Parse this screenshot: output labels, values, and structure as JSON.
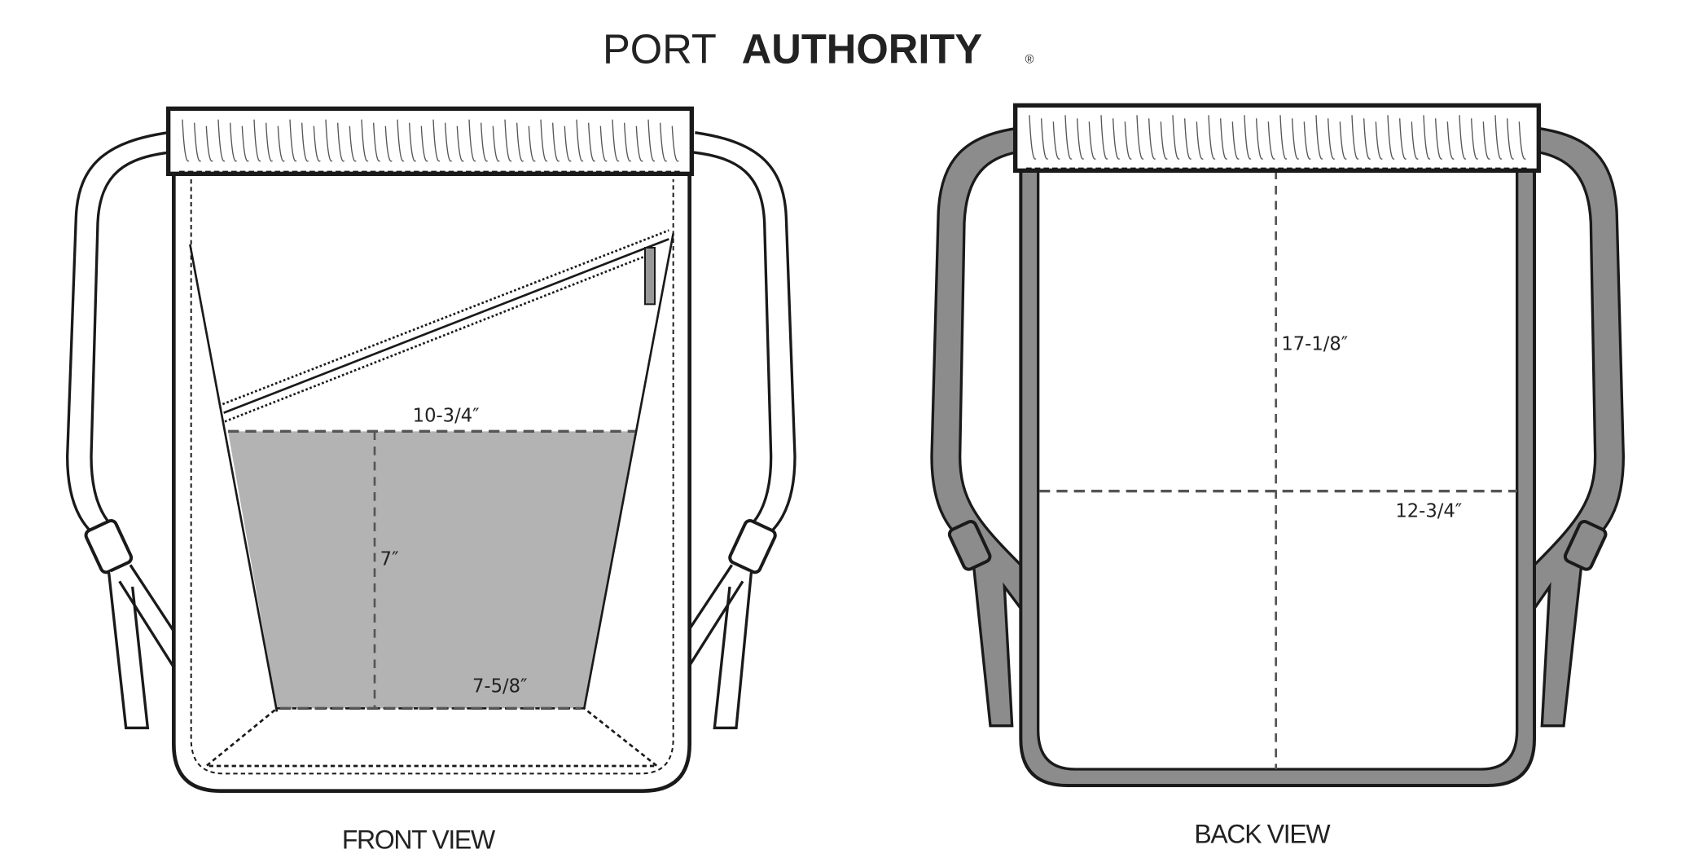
{
  "logo": {
    "brand_light": "PORT",
    "brand_bold": "AUTHORITY",
    "registered": "®"
  },
  "front_view": {
    "caption": "FRONT VIEW",
    "dimensions": {
      "pocket_top_width": "10-3/4″",
      "pocket_height": "7″",
      "pocket_bottom_width": "7-5/8″"
    }
  },
  "back_view": {
    "caption": "BACK VIEW",
    "dimensions": {
      "height": "17-1/8″",
      "width": "12-3/4″"
    }
  },
  "colors": {
    "line": "#1a1a1a",
    "pocket_fill": "#b3b3b3",
    "strap_fill": "#8c8c8c"
  }
}
